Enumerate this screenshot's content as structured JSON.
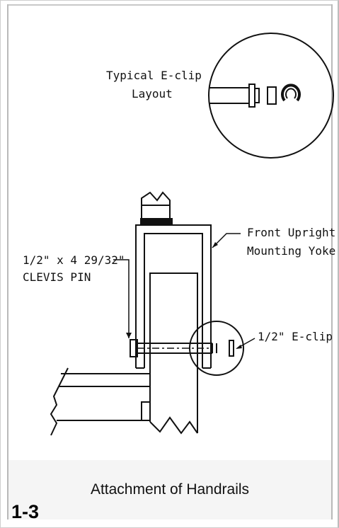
{
  "detail": {
    "label_line1": "Typical E-clip",
    "label_line2": "Layout"
  },
  "callouts": {
    "yoke_line1": "Front Upright",
    "yoke_line2": "Mounting Yoke",
    "pin_line1": "1/2\" x 4 29/32\"",
    "pin_line2": "CLEVIS PIN",
    "eclip": "1/2\" E-clip"
  },
  "caption": "Attachment of Handrails",
  "figure_number": "1-3"
}
